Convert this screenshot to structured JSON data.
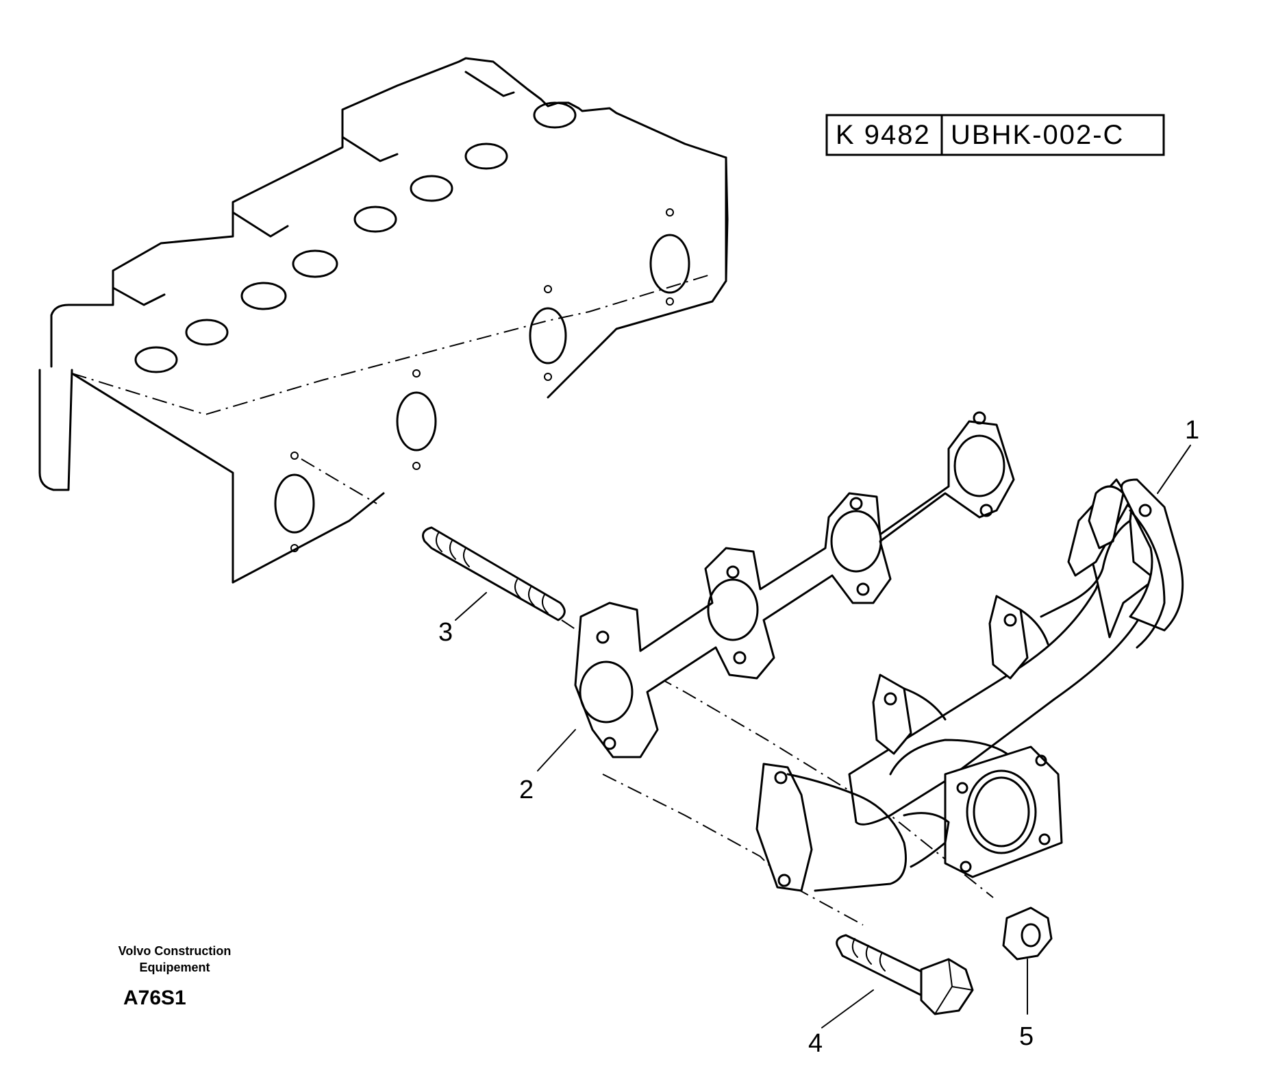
{
  "reference": {
    "code_left": "K 9482",
    "code_right": "UBHK-002-C"
  },
  "callouts": {
    "c1": "1",
    "c2": "2",
    "c3": "3",
    "c4": "4",
    "c5": "5"
  },
  "footer": {
    "publisher_line1": "Volvo Construction",
    "publisher_line2": "Equipement",
    "figure_code": "A76S1"
  }
}
